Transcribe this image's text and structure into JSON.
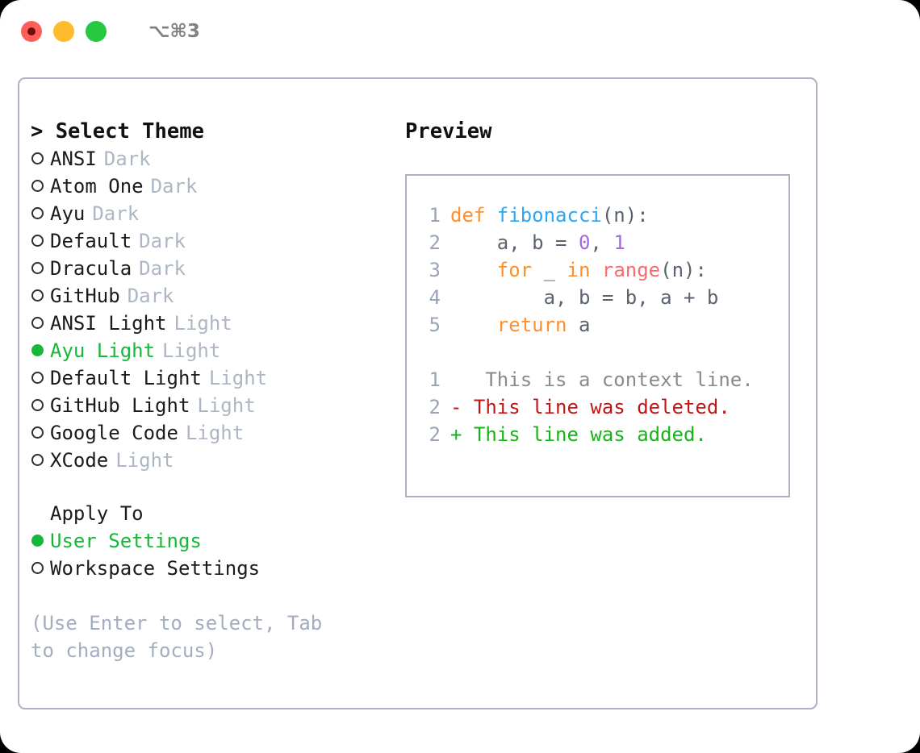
{
  "titlebar": {
    "shortcut": "⌥⌘3",
    "buttons": [
      {
        "name": "close",
        "color": "#ff5f57"
      },
      {
        "name": "minimize",
        "color": "#fdbc2e"
      },
      {
        "name": "maximize",
        "color": "#28c840"
      }
    ]
  },
  "left": {
    "heading": "> Select Theme",
    "themes": [
      {
        "marker": "○",
        "selected": false,
        "label": "ANSI",
        "badge": "Dark"
      },
      {
        "marker": "○",
        "selected": false,
        "label": "Atom One",
        "badge": "Dark"
      },
      {
        "marker": "○",
        "selected": false,
        "label": "Ayu",
        "badge": "Dark"
      },
      {
        "marker": "○",
        "selected": false,
        "label": "Default",
        "badge": "Dark"
      },
      {
        "marker": "○",
        "selected": false,
        "label": "Dracula",
        "badge": "Dark"
      },
      {
        "marker": "○",
        "selected": false,
        "label": "GitHub",
        "badge": "Dark"
      },
      {
        "marker": "○",
        "selected": false,
        "label": "ANSI Light",
        "badge": "Light"
      },
      {
        "marker": "●",
        "selected": true,
        "label": "Ayu Light",
        "badge": "Light"
      },
      {
        "marker": "○",
        "selected": false,
        "label": "Default Light",
        "badge": "Light"
      },
      {
        "marker": "○",
        "selected": false,
        "label": "GitHub Light",
        "badge": "Light"
      },
      {
        "marker": "○",
        "selected": false,
        "label": "Google Code",
        "badge": "Light"
      },
      {
        "marker": "○",
        "selected": false,
        "label": "XCode",
        "badge": "Light"
      }
    ],
    "apply_to_heading": "Apply To",
    "apply_to": [
      {
        "marker": "●",
        "selected": true,
        "label": "User Settings"
      },
      {
        "marker": "○",
        "selected": false,
        "label": "Workspace Settings"
      }
    ],
    "hint": "(Use Enter to select, Tab to change focus)"
  },
  "right": {
    "heading": "Preview",
    "code_lines": [
      {
        "no": "1",
        "tokens": [
          {
            "t": "def ",
            "c": "kw"
          },
          {
            "t": "fibonacci",
            "c": "fn"
          },
          {
            "t": "(n):",
            "c": "txt"
          }
        ]
      },
      {
        "no": "2",
        "tokens": [
          {
            "t": "    a, b = ",
            "c": "txt"
          },
          {
            "t": "0",
            "c": "num"
          },
          {
            "t": ", ",
            "c": "txt"
          },
          {
            "t": "1",
            "c": "num"
          }
        ]
      },
      {
        "no": "3",
        "tokens": [
          {
            "t": "    ",
            "c": "txt"
          },
          {
            "t": "for",
            "c": "kw"
          },
          {
            "t": " _ ",
            "c": "txt"
          },
          {
            "t": "in",
            "c": "kw"
          },
          {
            "t": " ",
            "c": "txt"
          },
          {
            "t": "range",
            "c": "bi"
          },
          {
            "t": "(n):",
            "c": "txt"
          }
        ]
      },
      {
        "no": "4",
        "tokens": [
          {
            "t": "        a, b = b, a + b",
            "c": "txt"
          }
        ]
      },
      {
        "no": "5",
        "tokens": [
          {
            "t": "    ",
            "c": "txt"
          },
          {
            "t": "return",
            "c": "kw"
          },
          {
            "t": " a",
            "c": "txt"
          }
        ]
      }
    ],
    "diff_lines": [
      {
        "no": "1",
        "sign": " ",
        "text": "  This is a context line.",
        "c": "ctx"
      },
      {
        "no": "2",
        "sign": "-",
        "text": " This line was deleted.",
        "c": "del"
      },
      {
        "no": "2",
        "sign": "+",
        "text": " This line was added.",
        "c": "add"
      }
    ]
  },
  "colors": {
    "accent_green": "#19b739",
    "muted": "#adb6c4",
    "border": "#aab2c0",
    "keyword": "#ff8f2e",
    "function": "#2fa7f0",
    "number": "#a566e0",
    "builtin": "#fa6b6b",
    "diff_add": "#17b417",
    "diff_del": "#c01616"
  }
}
